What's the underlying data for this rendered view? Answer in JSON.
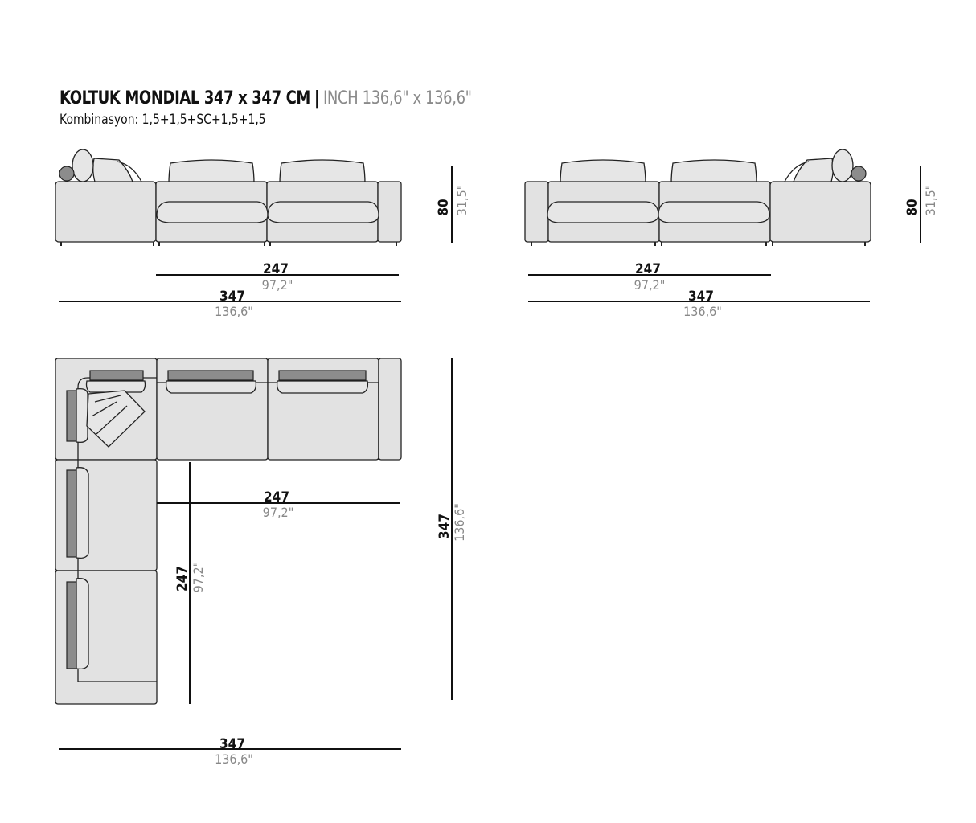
{
  "header": {
    "title_main": "KOLTUK MONDIAL 347 x 347 CM",
    "separator": "|",
    "title_inch": "INCH 136,6\" x 136,6\"",
    "subtitle": "Kombinasyon: 1,5+1,5+SC+1,5+1,5"
  },
  "dimensions": {
    "front_left": {
      "inner_cm": "247",
      "inner_in": "97,2\"",
      "total_cm": "347",
      "total_in": "136,6\"",
      "height_cm": "80",
      "height_in": "31,5\""
    },
    "front_right": {
      "inner_cm": "247",
      "inner_in": "97,2\"",
      "total_cm": "347",
      "total_in": "136,6\"",
      "height_cm": "80",
      "height_in": "31,5\""
    },
    "plan": {
      "inner_h_cm": "247",
      "inner_h_in": "97,2\"",
      "inner_v_cm": "247",
      "inner_v_in": "97,2\"",
      "total_v_cm": "347",
      "total_v_in": "136,6\"",
      "total_h_cm": "347",
      "total_h_in": "136,6\""
    }
  },
  "colors": {
    "upholstery": "#e2e2e2",
    "cushion_dark": "#8c8c8c",
    "line": "#111111",
    "inch_text": "#888888"
  }
}
